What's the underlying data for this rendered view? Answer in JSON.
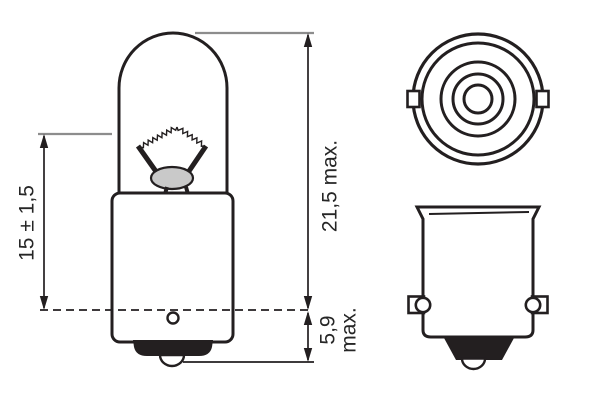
{
  "dimensions": {
    "light_center_length": "15 ± 1,5",
    "overall_length": "21,5 max.",
    "base_height_value": "5,9",
    "base_height_suffix": "max."
  },
  "colors": {
    "line": "#231f20",
    "extension_line": "#8d8d8d",
    "bead_fill": "#c9c9c9",
    "background": "#ffffff"
  }
}
